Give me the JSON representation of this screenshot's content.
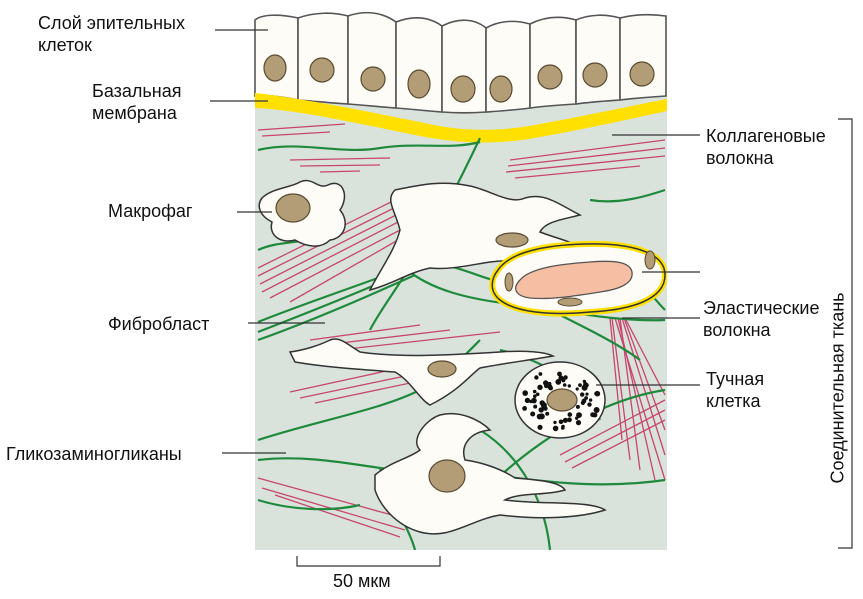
{
  "labels": {
    "epithelium": "Слой эпительных клеток",
    "basal_membrane": "Базальная мембрана",
    "collagen": "Коллагеновые волокна",
    "macrophage": "Макрофаг",
    "elastic": "Эластические волокна",
    "fibroblast": "Фибробласт",
    "mast_cell": "Тучная клетка",
    "gag": "Гликозаминогликаны",
    "connective": "Соединительная ткань",
    "scale": "50 мкм"
  },
  "colors": {
    "tissue_bg": "#d9e3dc",
    "basal_membrane": "#ffe000",
    "elastic_fiber": "#1f8a3c",
    "collagen_fiber": "#c8466e",
    "nucleus": "#b39d77",
    "cell_fill": "#fdfcf7",
    "red_blood_cell": "#f6bea3"
  }
}
